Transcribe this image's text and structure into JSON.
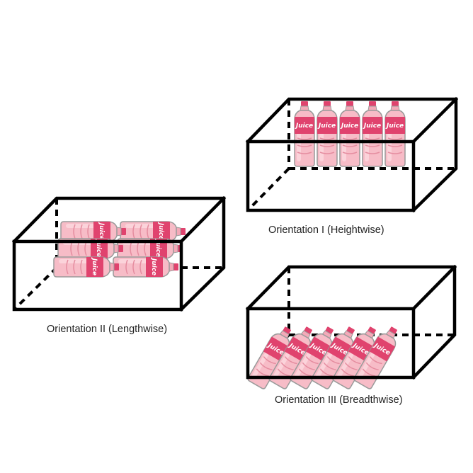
{
  "captions": {
    "orientation_1": "Orientation I (Heightwise)",
    "orientation_2": "Orientation II (Lengthwise)",
    "orientation_3": "Orientation III (Breadthwise)"
  },
  "bottle": {
    "label_text": "Juice",
    "colors": {
      "body": "#f7bcc7",
      "label": "#e0436e",
      "outline": "#9a9a9a"
    },
    "icon": "juice-bottle-icon"
  },
  "colors": {
    "box_edges": "#000000",
    "caption_text": "#222222"
  }
}
